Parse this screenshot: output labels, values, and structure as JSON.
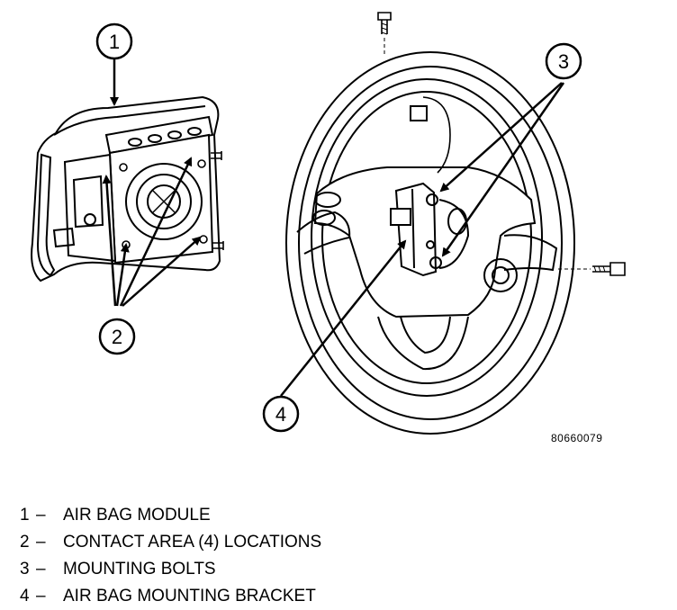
{
  "figure_code": "80660079",
  "callouts": [
    "1",
    "2",
    "3",
    "4"
  ],
  "legend": [
    {
      "num": "1",
      "dash": "–",
      "text": "AIR BAG MODULE"
    },
    {
      "num": "2",
      "dash": "–",
      "text": "CONTACT AREA (4) LOCATIONS"
    },
    {
      "num": "3",
      "dash": "–",
      "text": "MOUNTING BOLTS"
    },
    {
      "num": "4",
      "dash": "–",
      "text": "AIR BAG MOUNTING BRACKET"
    }
  ]
}
